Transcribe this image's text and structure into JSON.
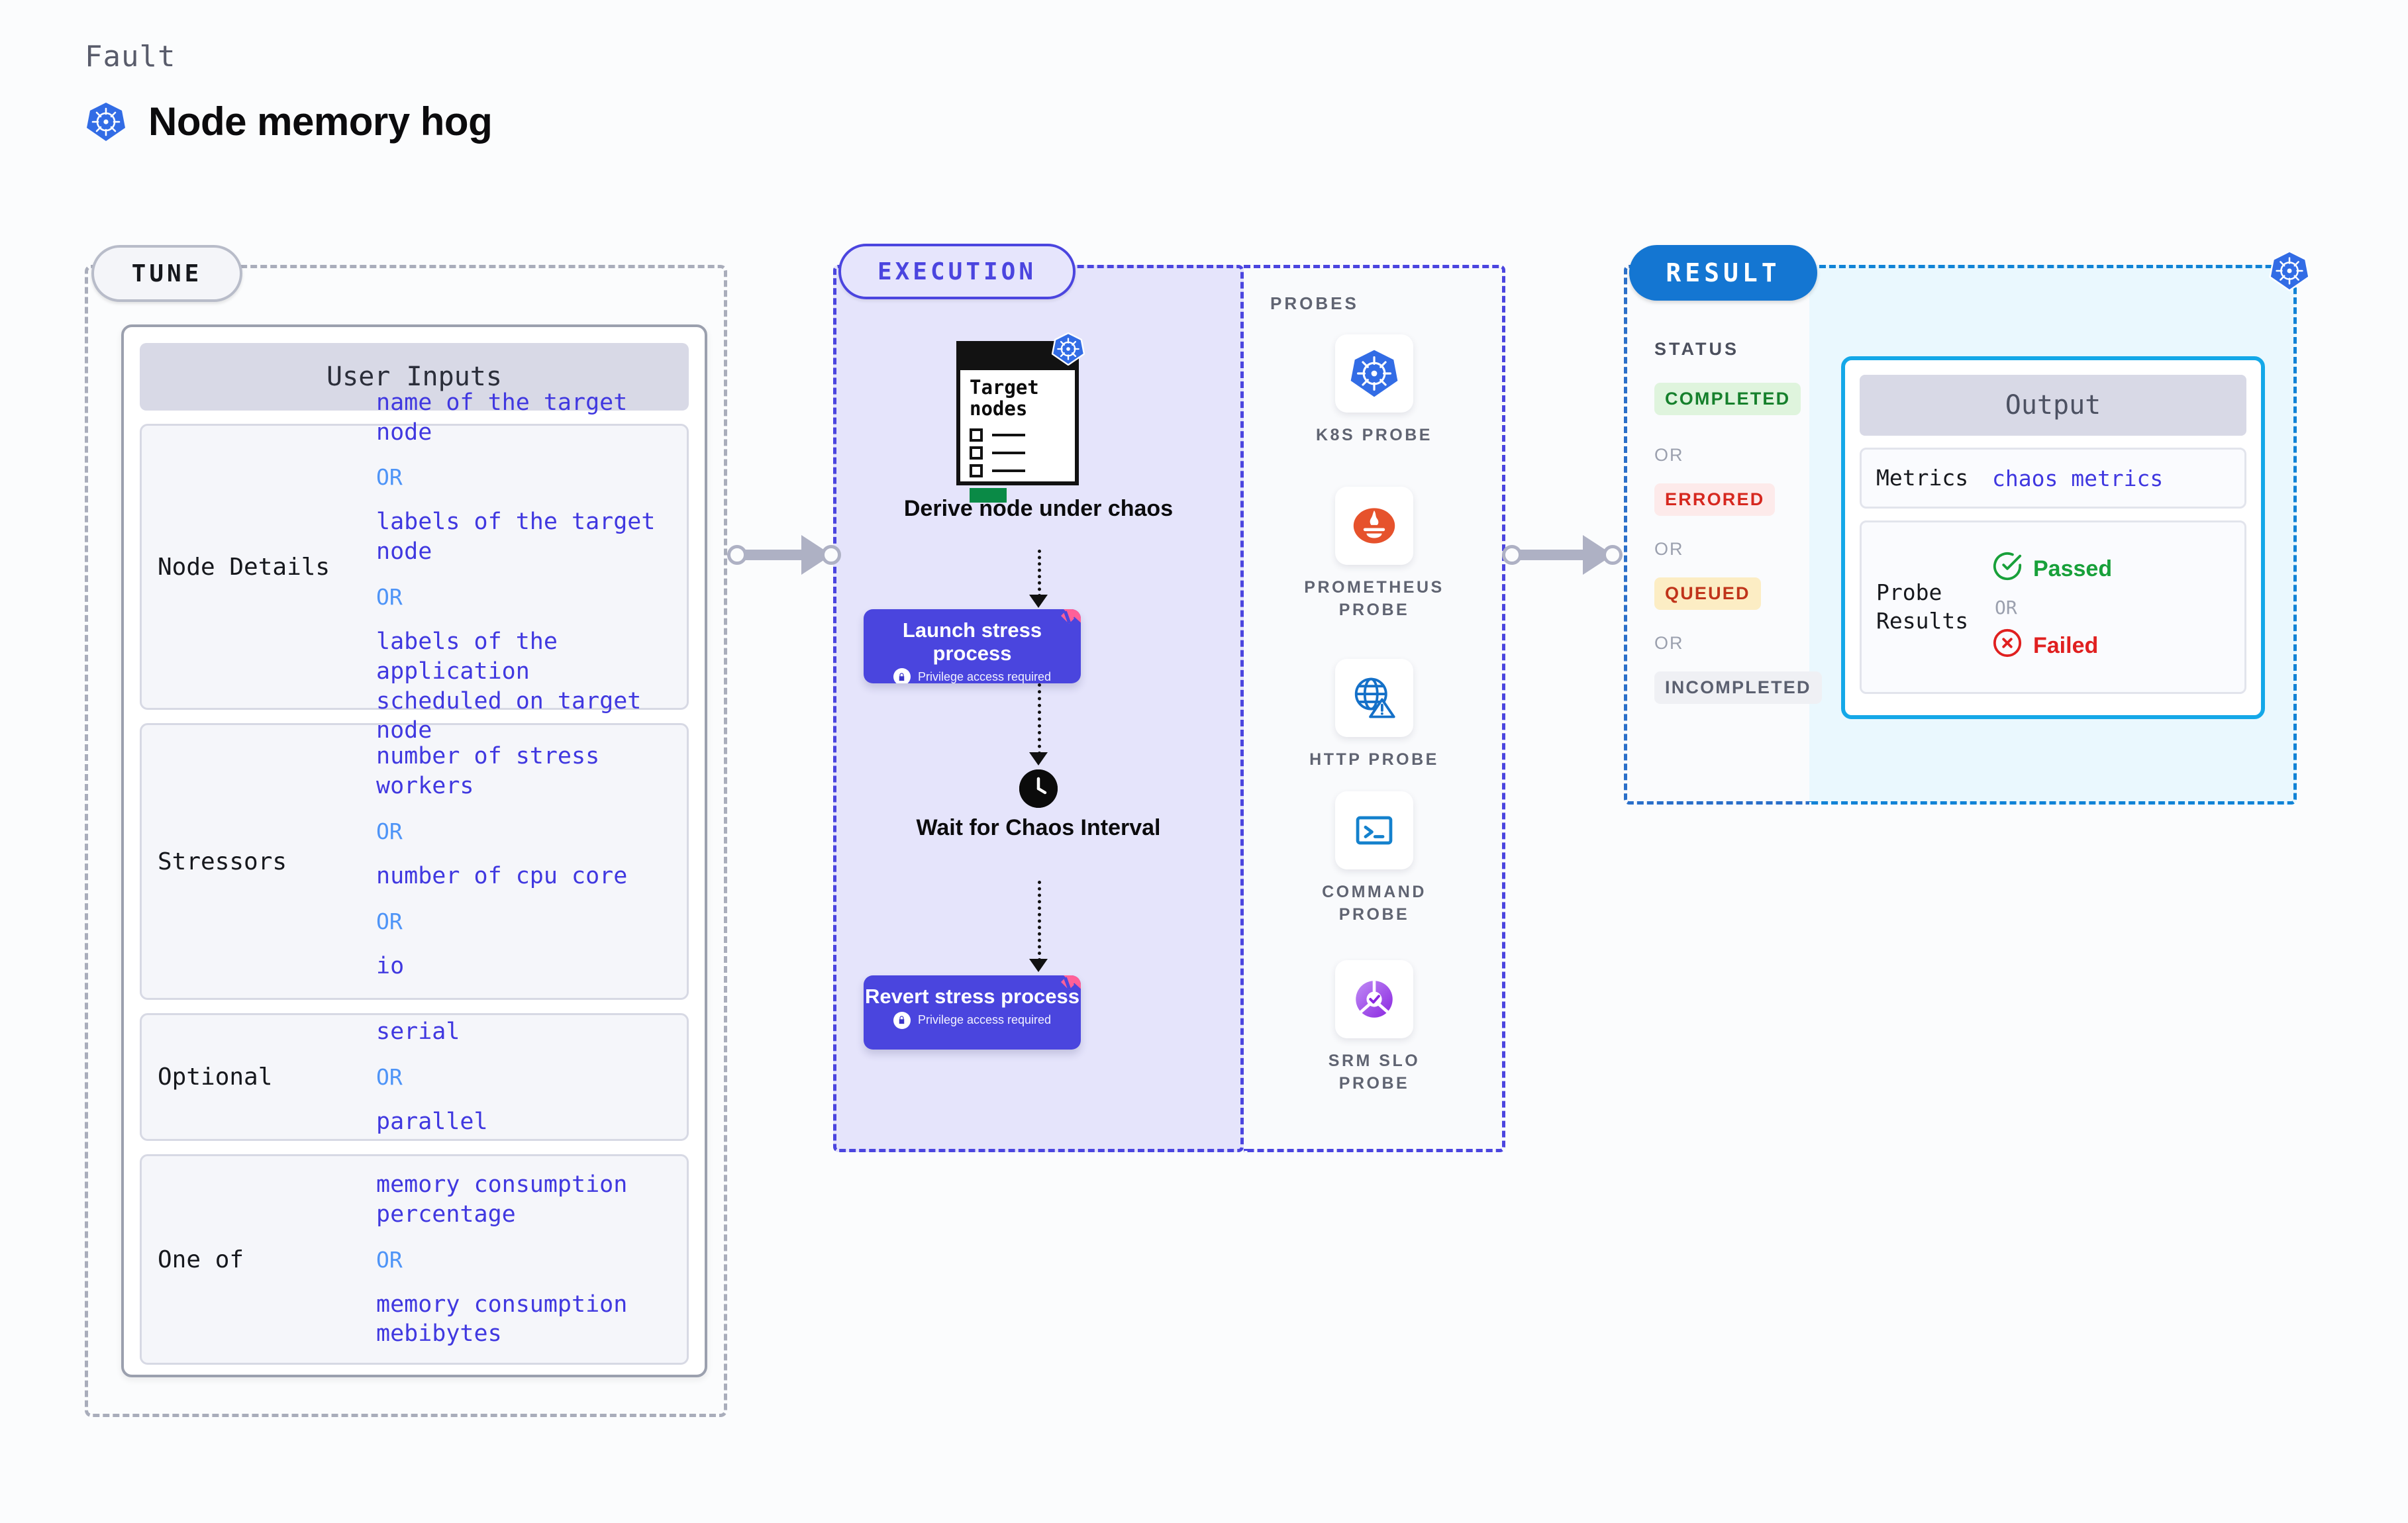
{
  "header": {
    "eyebrow": "Fault",
    "title": "Node memory hog",
    "icon": "kubernetes-icon"
  },
  "sections": {
    "tune": {
      "label": "TUNE"
    },
    "execution": {
      "label": "EXECUTION"
    },
    "probes": {
      "label": "PROBES"
    },
    "result": {
      "label": "RESULT"
    }
  },
  "tune": {
    "card_title": "User Inputs",
    "groups": [
      {
        "label": "Node Details",
        "values": [
          "name of the target node",
          "labels of the target node",
          "labels of the application\n scheduled on target node"
        ],
        "separator": "OR"
      },
      {
        "label": "Stressors",
        "values": [
          "number of stress workers",
          "number of cpu core",
          "io"
        ],
        "separator": "OR"
      },
      {
        "label": "Optional",
        "values": [
          "serial",
          "parallel"
        ],
        "separator": "OR"
      },
      {
        "label": "One of",
        "values": [
          "memory consumption percentage",
          "memory consumption mebibytes"
        ],
        "separator": "OR"
      }
    ]
  },
  "execution": {
    "target_card": {
      "title_line1": "Target",
      "title_line2": "nodes",
      "badge_icon": "kubernetes-icon"
    },
    "steps": [
      {
        "caption": "Derive node under chaos"
      },
      {
        "title": "Launch stress process",
        "note": "Privilege access required",
        "lock_icon": "lock-icon",
        "corner_icon": "harness-logo-icon"
      },
      {
        "caption": "Wait for Chaos Interval",
        "icon": "clock-icon"
      },
      {
        "title": "Revert stress process",
        "note": "Privilege access required",
        "lock_icon": "lock-icon",
        "corner_icon": "harness-logo-icon"
      }
    ]
  },
  "probes": [
    {
      "label": "K8S PROBE",
      "icon": "kubernetes-icon"
    },
    {
      "label": "PROMETHEUS PROBE",
      "icon": "prometheus-icon"
    },
    {
      "label": "HTTP PROBE",
      "icon": "globe-warning-icon"
    },
    {
      "label": "COMMAND PROBE",
      "icon": "terminal-icon"
    },
    {
      "label": "SRM SLO PROBE",
      "icon": "srm-slo-icon"
    }
  ],
  "result": {
    "status_title": "STATUS",
    "separator": "OR",
    "statuses": [
      {
        "label": "COMPLETED",
        "bg": "#dff4dd",
        "fg": "#16802c"
      },
      {
        "label": "ERRORED",
        "bg": "#fdeaea",
        "fg": "#d6281f"
      },
      {
        "label": "QUEUED",
        "bg": "#fcedc4",
        "fg": "#c0341a"
      },
      {
        "label": "INCOMPLETED",
        "bg": "#eff0f4",
        "fg": "#5b6070"
      }
    ]
  },
  "output": {
    "card_title": "Output",
    "metrics_label": "Metrics",
    "metrics_value": "chaos metrics",
    "probe_results_label": "Probe Results",
    "passed_label": "Passed",
    "failed_label": "Failed",
    "separator": "OR",
    "passed_icon": "check-circle-icon",
    "failed_icon": "x-circle-icon",
    "badge_icon": "kubernetes-icon"
  },
  "colors": {
    "accent_purple": "#4a45de",
    "accent_blue": "#1476d2",
    "accent_cyan": "#14a8e8",
    "k8s_blue": "#326ce5",
    "harness_pink": "#ff6098",
    "passed_green": "#18a03a",
    "failed_red": "#e02020"
  }
}
